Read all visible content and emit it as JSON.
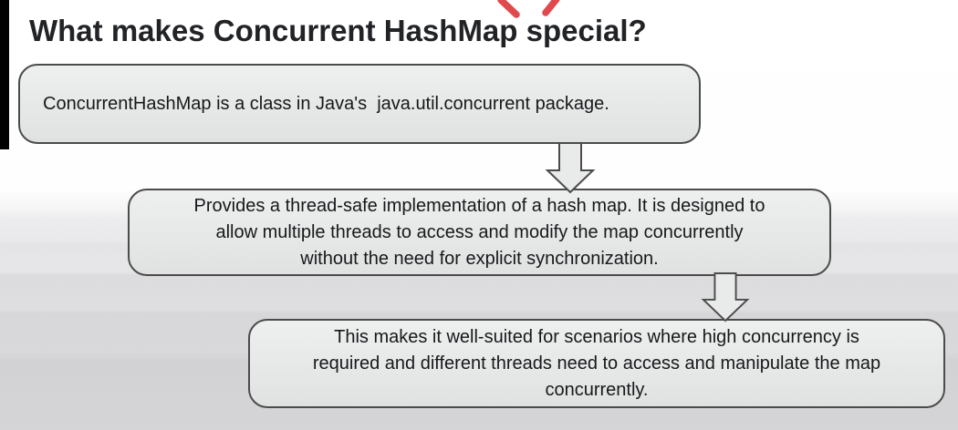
{
  "slide": {
    "title": "What makes Concurrent HashMap special?",
    "boxes": [
      {
        "align": "left",
        "lines": [
          "ConcurrentHashMap is a class in Java's  java.util.concurrent package."
        ]
      },
      {
        "align": "center",
        "lines": [
          "Provides a thread-safe implementation of a hash map. It is designed to",
          "allow multiple threads to access and modify the map concurrently",
          "without the need for explicit synchronization."
        ]
      },
      {
        "align": "center",
        "lines": [
          "This makes it well-suited for scenarios where high concurrency is",
          "required and different threads need to access and manipulate the map",
          "concurrently."
        ]
      }
    ],
    "connectors": [
      {
        "icon": "down-arrow-icon"
      },
      {
        "icon": "down-arrow-icon"
      }
    ],
    "annotation": {
      "icon": "red-marker-strokes-icon"
    },
    "colors": {
      "title_text": "#222326",
      "box_fill_top": "#eeefef",
      "box_fill_bottom": "#e0e2e2",
      "box_border": "#4b4b4b",
      "box_text": "#17181a",
      "arrow_fill": "#e9ebeb",
      "arrow_border": "#4b4b4b",
      "annotation_red": "#e0494e",
      "letterbox": "#000000"
    }
  }
}
